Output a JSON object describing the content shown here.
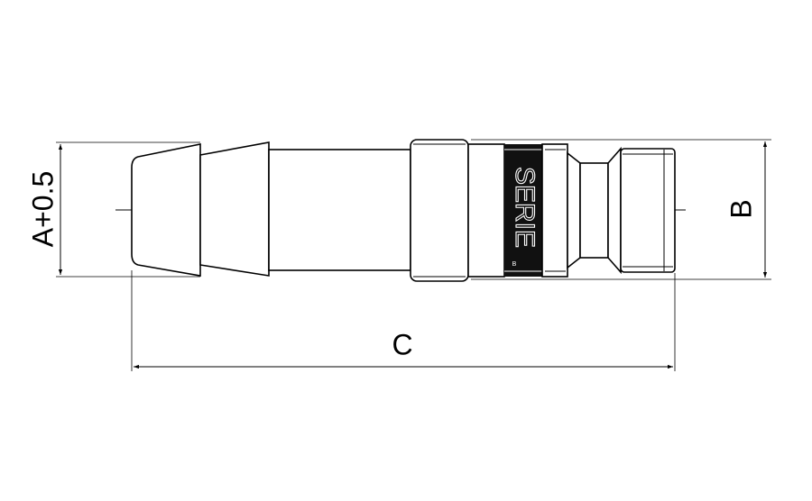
{
  "labels": {
    "dim_a": "A+0.5",
    "dim_b": "B",
    "dim_c": "C",
    "band_text": "SERIE",
    "band_mark": "B"
  },
  "colors": {
    "line": "#000000",
    "band": "#111111",
    "background": "#ffffff"
  }
}
